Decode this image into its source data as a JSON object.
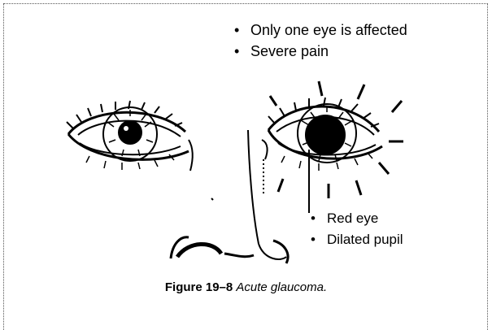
{
  "annotations_top": [
    "Only one eye is affected",
    "Severe pain"
  ],
  "annotations_bottom": [
    "Red eye",
    "Dilated pupil"
  ],
  "caption": {
    "label": "Figure 19–8",
    "text": "Acute glaucoma."
  },
  "bullet_glyph": "•"
}
